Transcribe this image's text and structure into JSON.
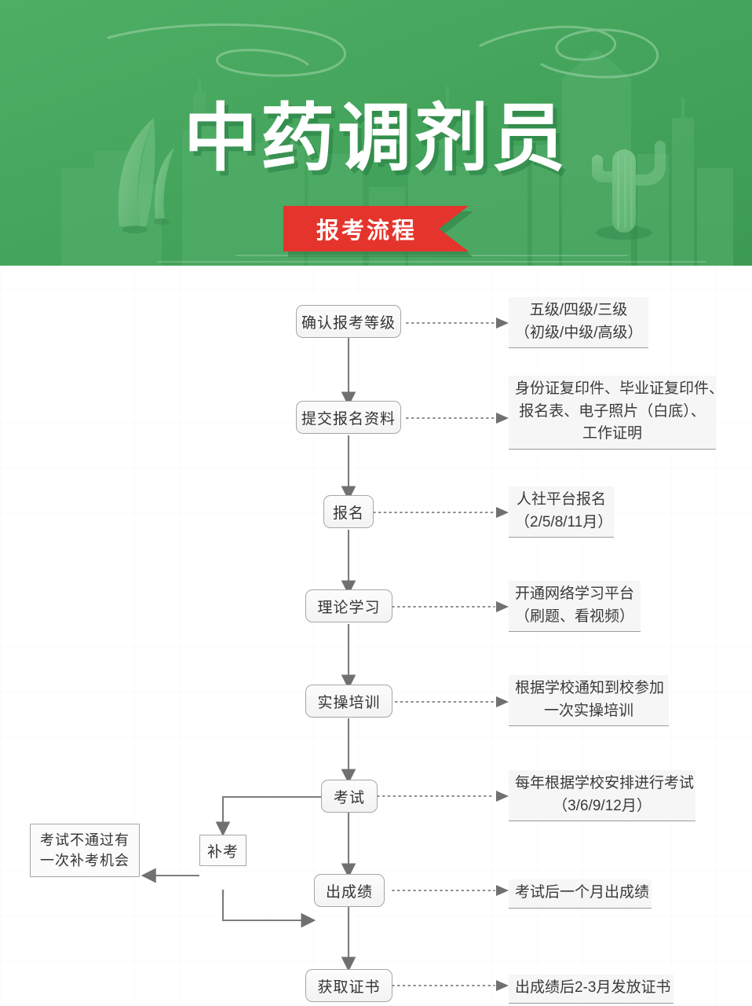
{
  "header": {
    "title": "中药调剂员",
    "ribbon_label": "报考流程",
    "colors": {
      "green_bg": "#43a35b",
      "ribbon_red": "#e5342c",
      "title_white": "#ffffff"
    },
    "decor": [
      "smoke-swirl-left",
      "smoke-swirl-right",
      "building-silhouettes",
      "leaf-blades",
      "cactus"
    ]
  },
  "flow": {
    "nodes": [
      {
        "id": "n1",
        "label": "确认报考等级"
      },
      {
        "id": "n2",
        "label": "提交报名资料"
      },
      {
        "id": "n3",
        "label": "报名"
      },
      {
        "id": "n4",
        "label": "理论学习"
      },
      {
        "id": "n5",
        "label": "实操培训"
      },
      {
        "id": "n6",
        "label": "考试"
      },
      {
        "id": "n7",
        "label": "补考"
      },
      {
        "id": "n8",
        "label": "出成绩"
      },
      {
        "id": "n9",
        "label": "获取证书"
      }
    ],
    "retake_note": {
      "line1": "考试不通过有",
      "line2": "一次补考机会"
    },
    "descriptions": [
      {
        "for": "n1",
        "lines": [
          "五级/四级/三级",
          "（初级/中级/高级）"
        ]
      },
      {
        "for": "n2",
        "lines": [
          "身份证复印件、毕业证复印件、",
          "报名表、电子照片（白底）、",
          "工作证明"
        ]
      },
      {
        "for": "n3",
        "lines": [
          "人社平台报名",
          "（2/5/8/11月）"
        ]
      },
      {
        "for": "n4",
        "lines": [
          "开通网络学习平台",
          "（刷题、看视频）"
        ]
      },
      {
        "for": "n5",
        "lines": [
          "根据学校通知到校参加",
          "一次实操培训"
        ]
      },
      {
        "for": "n6",
        "lines": [
          "每年根据学校安排进行考试",
          "（3/6/9/12月）"
        ]
      },
      {
        "for": "n8",
        "lines": [
          "考试后一个月出成绩"
        ]
      },
      {
        "for": "n9",
        "lines": [
          "出成绩后2-3月发放证书"
        ]
      }
    ]
  }
}
